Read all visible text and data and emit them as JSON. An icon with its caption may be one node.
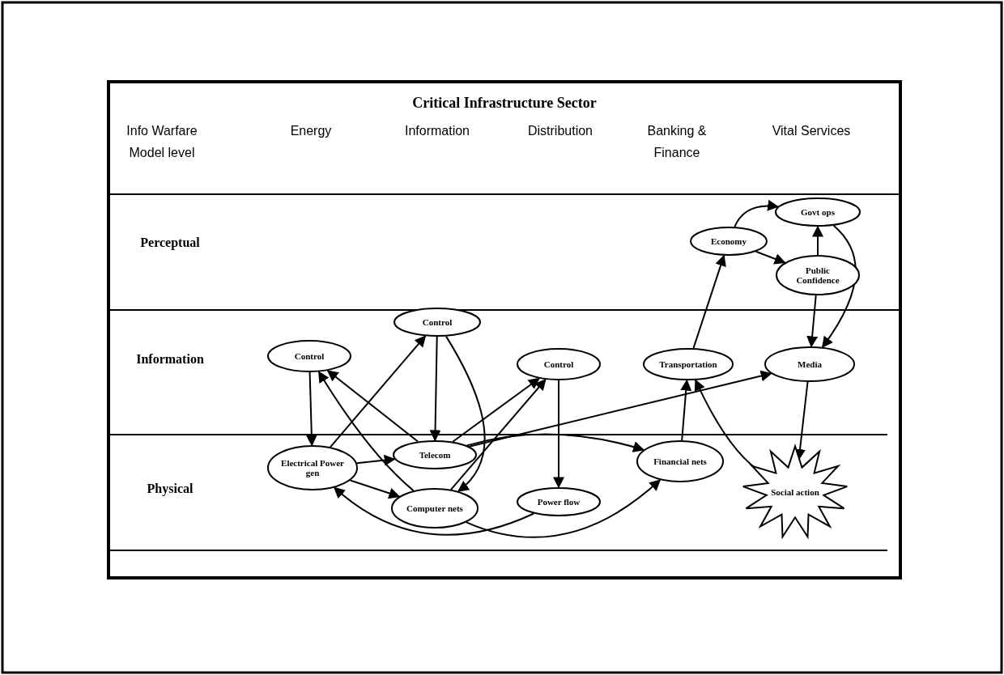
{
  "diagram": {
    "title": "Critical Infrastructure Sector",
    "nodes": [
      {
        "text": [
          "Control"
        ]
      },
      {
        "text": [
          "Control"
        ]
      },
      {
        "text": [
          "Control"
        ]
      },
      {
        "text": [
          "Transportation"
        ]
      },
      {
        "text": [
          "Media"
        ]
      },
      {
        "text": [
          "Economy"
        ]
      },
      {
        "text": [
          "Govt ops"
        ]
      },
      {
        "text": [
          "Public Confidence"
        ]
      },
      {
        "text": [
          "Electrical Power gen"
        ]
      },
      {
        "text": [
          "Telecom"
        ]
      },
      {
        "text": [
          "Computer nets"
        ]
      },
      {
        "text": [
          "Power flow"
        ]
      },
      {
        "text": [
          "Financial nets"
        ]
      },
      {
        "text": [
          "Social action"
        ]
      }
    ],
    "edges": [
      {
        "from": 0,
        "to": 8,
        "arrow": "to"
      },
      {
        "from": 8,
        "to": 1,
        "arrow": "to"
      },
      {
        "from": 8,
        "to": 9,
        "arrow": "to"
      },
      {
        "from": 8,
        "to": 10,
        "arrow": "to"
      },
      {
        "from": 9,
        "to": 0,
        "arrow": "to"
      },
      {
        "from": 10,
        "to": 0,
        "arrow": "to"
      },
      {
        "from": 1,
        "to": 9,
        "arrow": "to"
      },
      {
        "from": 1,
        "to": 10,
        "arrow": "to"
      },
      {
        "from": 9,
        "to": 2,
        "arrow": "to"
      },
      {
        "from": 10,
        "to": 2,
        "arrow": "to"
      },
      {
        "from": 2,
        "to": 11,
        "arrow": "to"
      },
      {
        "from": 9,
        "to": 4,
        "arrow": "to"
      },
      {
        "from": 9,
        "to": 12,
        "arrow": "to"
      },
      {
        "from": 11,
        "to": 8,
        "arrow": "to"
      },
      {
        "from": 10,
        "to": 12,
        "arrow": "to"
      },
      {
        "from": 12,
        "to": 3,
        "arrow": "to"
      },
      {
        "from": 13,
        "to": 3,
        "arrow": "to"
      },
      {
        "from": 3,
        "to": 5,
        "arrow": "to"
      },
      {
        "from": 5,
        "to": 6,
        "arrow": "to"
      },
      {
        "from": 5,
        "to": 7,
        "arrow": "to"
      },
      {
        "from": 7,
        "to": 6,
        "arrow": "to"
      },
      {
        "from": 7,
        "to": 4,
        "arrow": "to"
      },
      {
        "from": 6,
        "to": 4,
        "arrow": "to"
      },
      {
        "from": 4,
        "to": 13,
        "arrow": "to"
      }
    ],
    "labels": [
      "Info Warfare Model level",
      "Energy",
      "Information",
      "Distribution",
      "Banking & Finance",
      "Vital Services",
      "Perceptual",
      "Information",
      "Physical"
    ]
  }
}
